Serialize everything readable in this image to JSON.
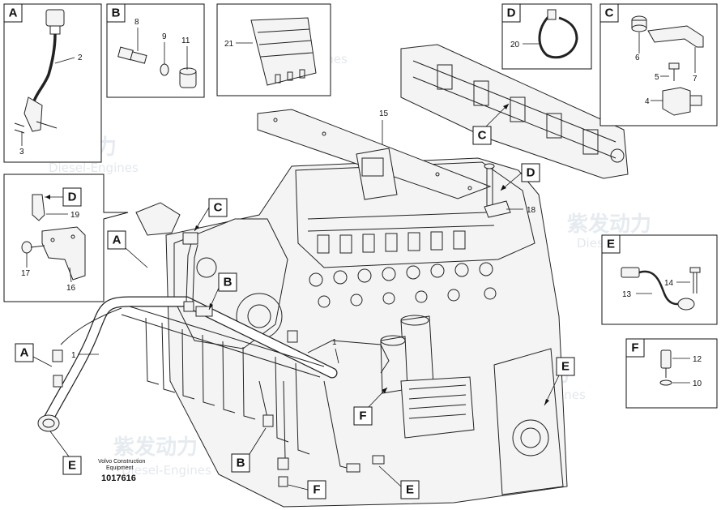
{
  "diagram": {
    "doc_credit_line1": "Volvo Construction",
    "doc_credit_line2": "Equipment",
    "doc_number": "1017616",
    "watermark_cn": "紫发动力",
    "watermark_en": "Diesel-Engines"
  },
  "insets": {
    "a": {
      "letter": "A",
      "labels": [
        "2",
        "3"
      ]
    },
    "b": {
      "letter": "B",
      "labels": [
        "8",
        "9",
        "11"
      ]
    },
    "c21": {
      "labels": [
        "21"
      ]
    },
    "d": {
      "letter": "D",
      "labels": [
        "20"
      ]
    },
    "c": {
      "letter": "C",
      "labels": [
        "6",
        "7",
        "5",
        "4"
      ]
    },
    "bracket": {
      "letter": "D",
      "labels": [
        "19",
        "17",
        "16"
      ]
    },
    "e": {
      "letter": "E",
      "labels": [
        "14",
        "13"
      ]
    },
    "f": {
      "letter": "F",
      "labels": [
        "12",
        "10"
      ]
    }
  },
  "callouts": {
    "c_main": "C",
    "d_main": "D",
    "c_connector": "C",
    "a_main": "A",
    "b_main": "B",
    "a_left": "A",
    "e_right": "E",
    "f_main": "F",
    "e_left": "E",
    "b_bottom": "B",
    "f_bottom": "F",
    "e_bottom": "E"
  },
  "part_numbers": {
    "n15": "15",
    "n18": "18",
    "n1_left": "1",
    "n1_mid": "1"
  }
}
